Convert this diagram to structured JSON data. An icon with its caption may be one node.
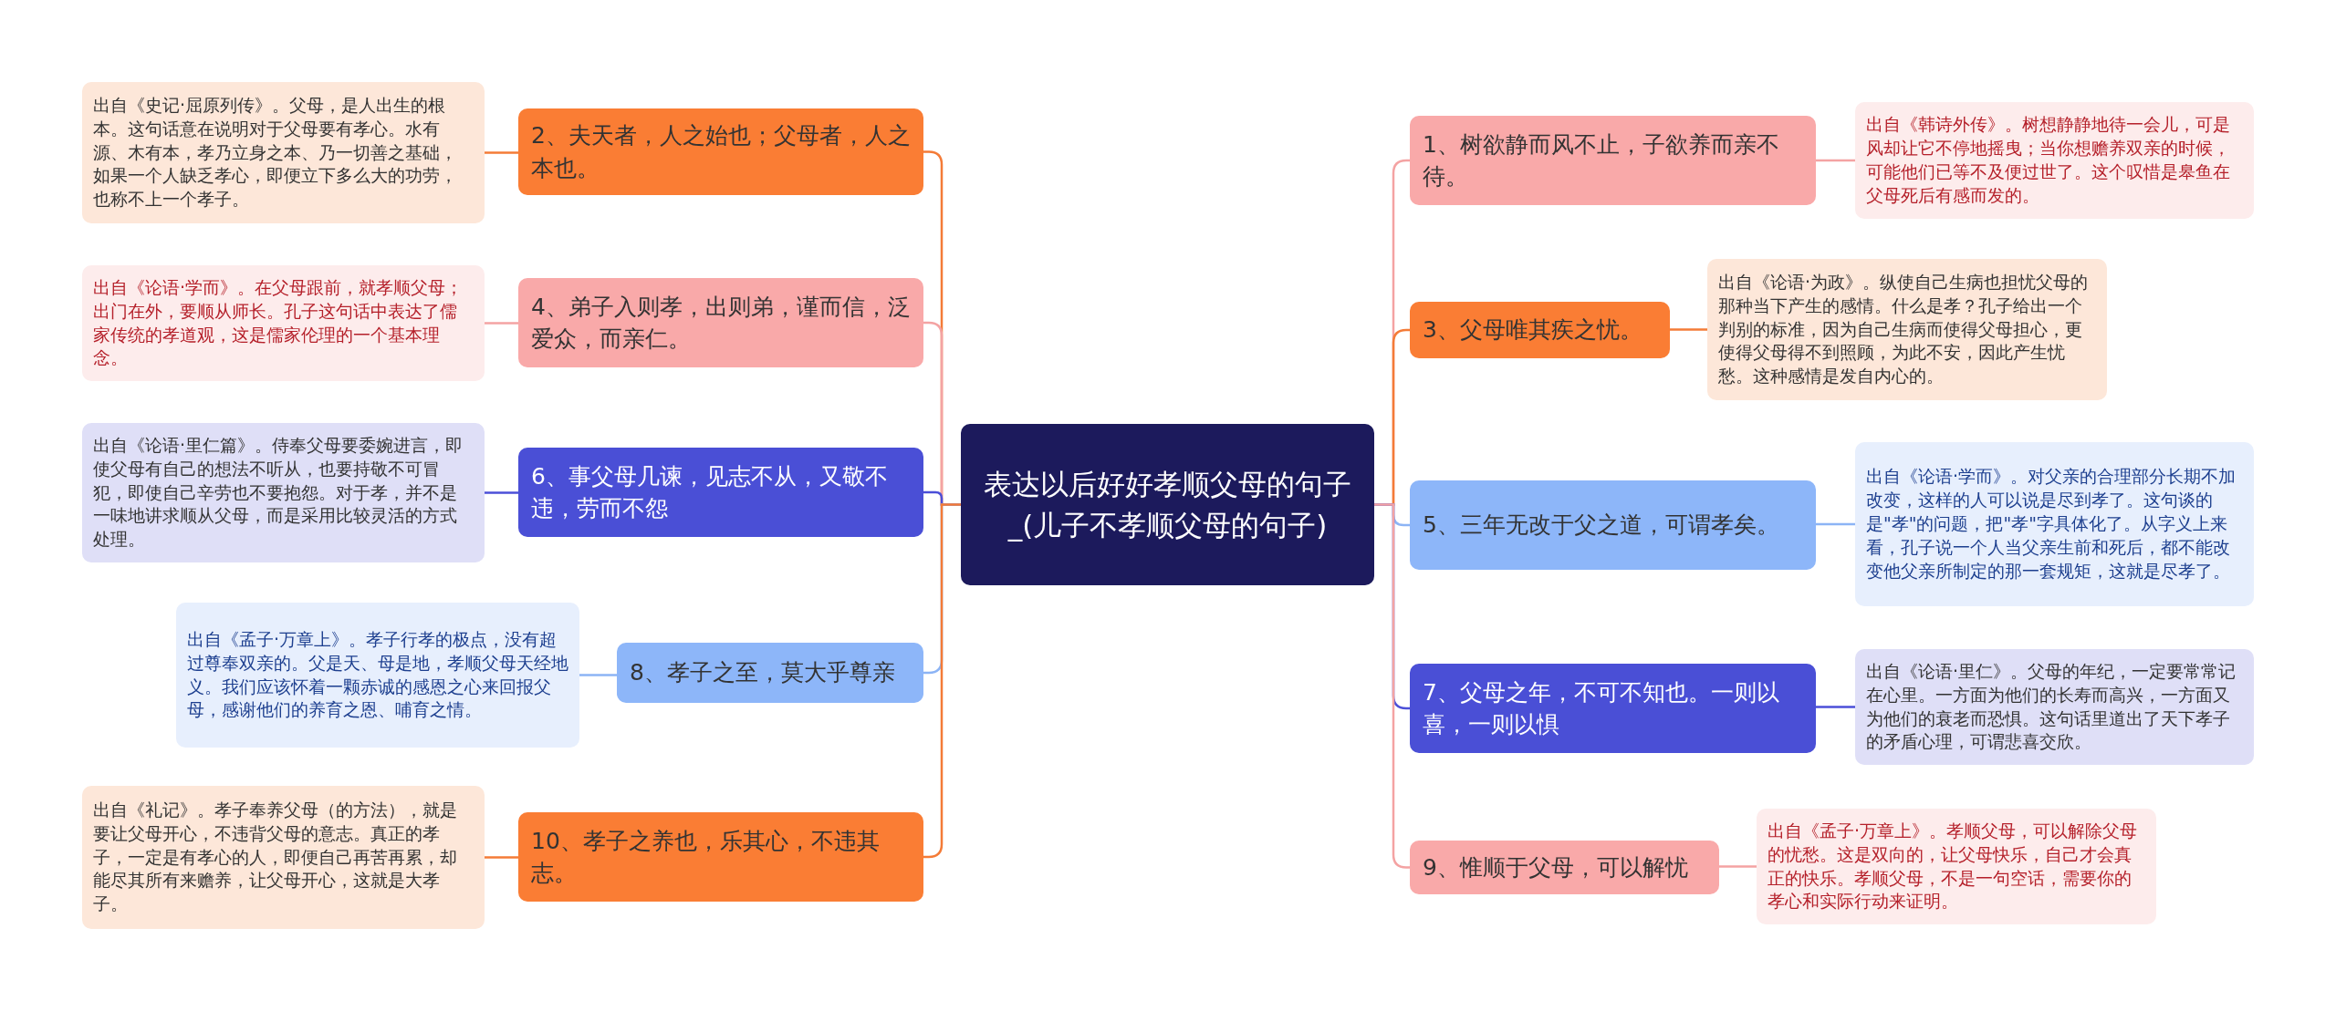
{
  "diagram": {
    "nodes": [
      {
        "text": [
          "表达以后好好孝顺父母的句子_(儿子不孝顺父母的句子)"
        ]
      },
      {
        "text": [
          "1、树欲静而风不止，子欲养而亲不待。"
        ]
      },
      {
        "text": [
          "出自《韩诗外传》。树想静静地待一会儿，可是风却让它不停地摇曳；当你想赡养双亲的时候，可能他们已等不及便过世了。这个叹惜是皋鱼在父母死后有感而发的。"
        ]
      },
      {
        "text": [
          "2、夫天者，人之始也；父母者，人之本也。"
        ]
      },
      {
        "text": [
          "出自《史记·屈原列传》。父母，是人出生的根本。这句话意在说明对于父母要有孝心。水有源、木有本，孝乃立身之本、乃一切善之基础，如果一个人缺乏孝心，即便立下多么大的功劳，也称不上一个孝子。"
        ]
      },
      {
        "text": [
          "3、父母唯其疾之忧。"
        ]
      },
      {
        "text": [
          "出自《论语·为政》。纵使自己生病也担忧父母的那种当下产生的感情。什么是孝？孔子给出一个判别的标准，因为自己生病而使得父母担心，更使得父母得不到照顾，为此不安，因此产生忧愁。这种感情是发自内心的。"
        ]
      },
      {
        "text": [
          "4、弟子入则孝，出则弟，谨而信，泛爱众，而亲仁。"
        ]
      },
      {
        "text": [
          "出自《论语·学而》。在父母跟前，就孝顺父母；出门在外，要顺从师长。孔子这句话中表达了儒家传统的孝道观，这是儒家伦理的一个基本理念。"
        ]
      },
      {
        "text": [
          "5、三年无改于父之道，可谓孝矣。"
        ]
      },
      {
        "text": [
          "出自《论语·学而》。对父亲的合理部分长期不加改变，这样的人可以说是尽到孝了。这句谈的是\"孝\"的问题，把\"孝\"字具体化了。从字义上来看，孔子说一个人当父亲生前和死后，都不能改变他父亲所制定的那一套规矩，这就是尽孝了。"
        ]
      },
      {
        "text": [
          "6、事父母几谏，见志不从，又敬不违，劳而不怨"
        ]
      },
      {
        "text": [
          "出自《论语·里仁篇》。侍奉父母要委婉进言，即使父母有自己的想法不听从，也要持敬不可冒犯，即使自己辛劳也不要抱怨。对于孝，并不是一味地讲求顺从父母，而是采用比较灵活的方式处理。"
        ]
      },
      {
        "text": [
          "7、父母之年，不可不知也。一则以喜，一则以惧"
        ]
      },
      {
        "text": [
          "出自《论语·里仁》。父母的年纪，一定要常常记在心里。一方面为他们的长寿而高兴，一方面又为他们的衰老而恐惧。这句话里道出了天下孝子的矛盾心理，可谓悲喜交欣。"
        ]
      },
      {
        "text": [
          "8、孝子之至，莫大乎尊亲"
        ]
      },
      {
        "text": [
          "出自《孟子·万章上》。孝子行孝的极点，没有超过尊奉双亲的。父是天、母是地，孝顺父母天经地义。我们应该怀着一颗赤诚的感恩之心来回报父母，感谢他们的养育之恩、哺育之情。"
        ]
      },
      {
        "text": [
          "9、惟顺于父母，可以解忧"
        ]
      },
      {
        "text": [
          "出自《孟子·万章上》。孝顺父母，可以解除父母的忧愁。这是双向的，让父母快乐，自己才会真正的快乐。孝顺父母，不是一句空话，需要你的孝心和实际行动来证明。"
        ]
      },
      {
        "text": [
          "10、孝子之养也，乐其心，不违其志。"
        ]
      },
      {
        "text": [
          "出自《礼记》。孝子奉养父母（的方法），就是要让父母开心，不违背父母的意志。真正的孝子，一定是有孝心的人，即便自己再苦再累，却能尽其所有来赡养，让父母开心，这就是大孝子。"
        ]
      }
    ],
    "edges": [
      {
        "from": 0,
        "to": 1,
        "arrow": "none",
        "color": "#f4a3a3"
      },
      {
        "from": 1,
        "to": 2,
        "arrow": "none",
        "color": "#f4a3a3"
      },
      {
        "from": 0,
        "to": 3,
        "arrow": "none",
        "color": "#f47b37"
      },
      {
        "from": 3,
        "to": 4,
        "arrow": "none",
        "color": "#f47b37"
      },
      {
        "from": 0,
        "to": 5,
        "arrow": "none",
        "color": "#f47b37"
      },
      {
        "from": 5,
        "to": 6,
        "arrow": "none",
        "color": "#f47b37"
      },
      {
        "from": 0,
        "to": 7,
        "arrow": "none",
        "color": "#f4a3a3"
      },
      {
        "from": 7,
        "to": 8,
        "arrow": "none",
        "color": "#f4a3a3"
      },
      {
        "from": 0,
        "to": 9,
        "arrow": "none",
        "color": "#8cb4f5"
      },
      {
        "from": 9,
        "to": 10,
        "arrow": "none",
        "color": "#8cb4f5"
      },
      {
        "from": 0,
        "to": 11,
        "arrow": "none",
        "color": "#4b4fd8"
      },
      {
        "from": 11,
        "to": 12,
        "arrow": "none",
        "color": "#4b4fd8"
      },
      {
        "from": 0,
        "to": 13,
        "arrow": "none",
        "color": "#4b4fd8"
      },
      {
        "from": 13,
        "to": 14,
        "arrow": "none",
        "color": "#4b4fd8"
      },
      {
        "from": 0,
        "to": 15,
        "arrow": "none",
        "color": "#8cb4f5"
      },
      {
        "from": 15,
        "to": 16,
        "arrow": "none",
        "color": "#8cb4f5"
      },
      {
        "from": 0,
        "to": 17,
        "arrow": "none",
        "color": "#f4a3a3"
      },
      {
        "from": 17,
        "to": 18,
        "arrow": "none",
        "color": "#f4a3a3"
      },
      {
        "from": 0,
        "to": 19,
        "arrow": "none",
        "color": "#f47b37"
      },
      {
        "from": 19,
        "to": 20,
        "arrow": "none",
        "color": "#f47b37"
      }
    ]
  }
}
